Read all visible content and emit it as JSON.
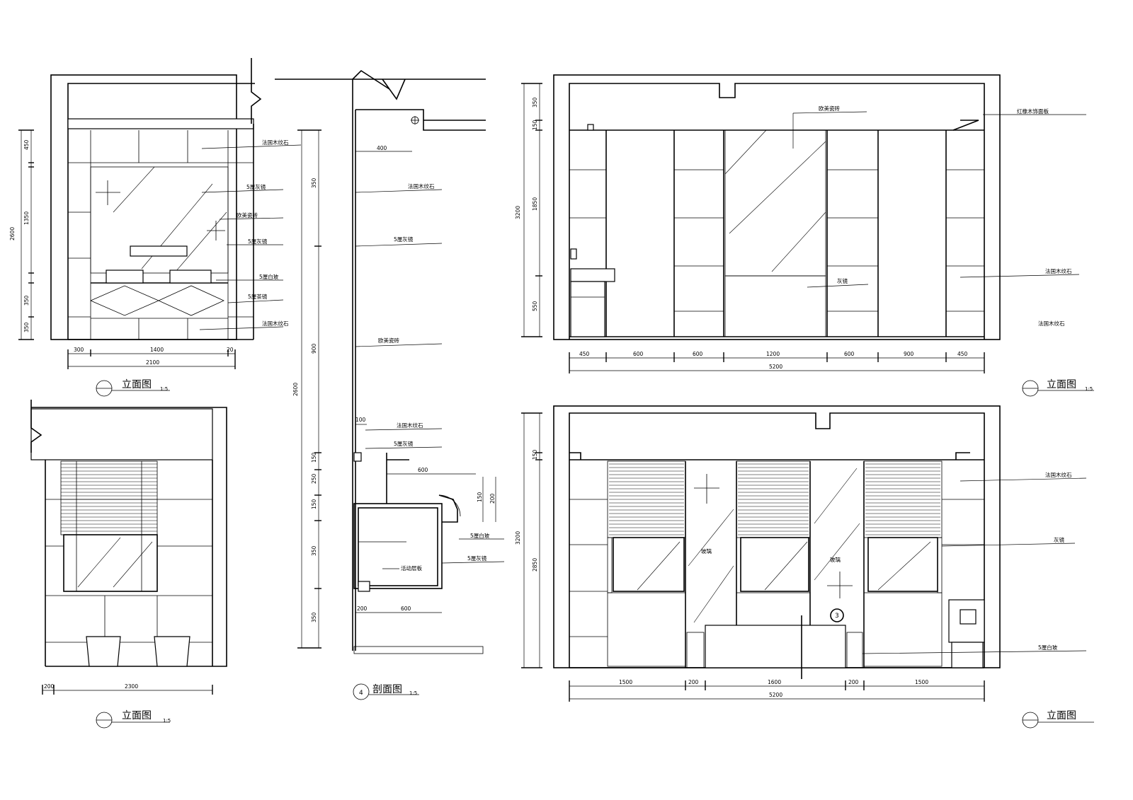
{
  "labels": {
    "view_title": "立面图",
    "section_title": "剖面图",
    "scale": "1:5",
    "section_number": "4",
    "section_marker": "3",
    "mirror_tag": "玻璃",
    "cabinet_label": "活动层板"
  },
  "callouts": [
    "法国木纹石",
    "5厘灰镜",
    "欧美瓷砖",
    "5厘灰镜",
    "5厘白玻",
    "5厘茶镜",
    "法国木纹石",
    "法国木纹石",
    "5厘灰镜",
    "欧美瓷砖",
    "5厘灰镜",
    "法国木纹石",
    "5厘白玻",
    "5厘灰镜",
    "欧美瓷砖",
    "红橡木饰面板",
    "法国木纹石",
    "灰镜",
    "法国木纹石",
    "灰镜",
    "5厘白玻",
    "法国木纹石"
  ],
  "dims": {
    "tl_v": [
      "2600",
      "450",
      "1350",
      "350",
      "350"
    ],
    "tl_h": [
      "300",
      "1400",
      "20",
      "2100"
    ],
    "bl_h": [
      "200",
      "2300"
    ],
    "sec_v": [
      "2600",
      "350",
      "900",
      "150",
      "250",
      "150",
      "350",
      "350"
    ],
    "sec_h": [
      "400",
      "100",
      "600",
      "150",
      "200",
      "200",
      "600"
    ],
    "tr_v": [
      "3200",
      "350",
      "150",
      "1850",
      "550"
    ],
    "tr_h": [
      "450",
      "600",
      "600",
      "1200",
      "600",
      "900",
      "450",
      "5200"
    ],
    "br_v": [
      "3200",
      "150",
      "2850"
    ],
    "br_h": [
      "1500",
      "200",
      "1600",
      "200",
      "1500",
      "5200"
    ]
  }
}
